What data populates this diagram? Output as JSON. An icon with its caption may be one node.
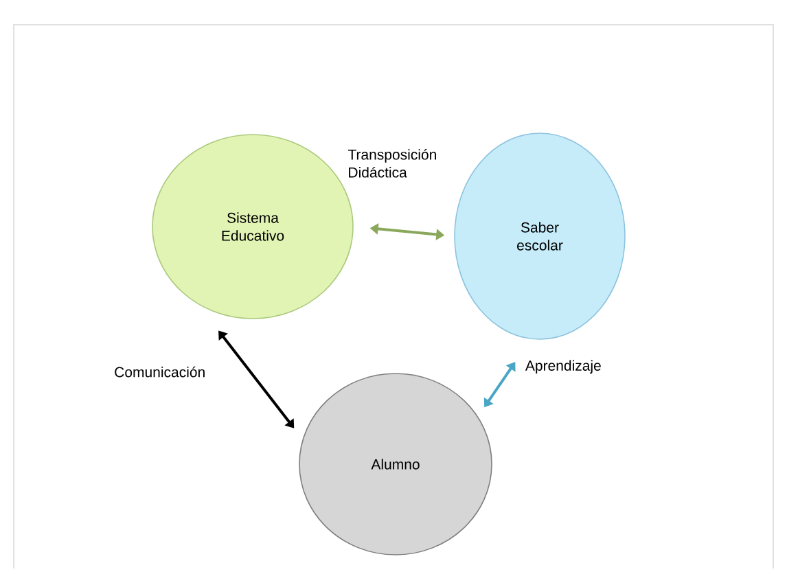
{
  "diagram": {
    "nodes": [
      {
        "text": [
          "Sistema Educativo"
        ]
      },
      {
        "text": [
          "Saber escolar"
        ]
      },
      {
        "text": [
          "Alumno"
        ]
      }
    ],
    "edges": [
      {
        "from": 0,
        "to": 1,
        "arrow": "both",
        "label": "Transposición Didáctica",
        "color": "#8aa85c"
      },
      {
        "from": 0,
        "to": 2,
        "arrow": "both",
        "label": "Comunicación",
        "color": "#000000"
      },
      {
        "from": 2,
        "to": 1,
        "arrow": "both",
        "label": "Aprendizaje",
        "color": "#4ba6c6"
      }
    ]
  }
}
